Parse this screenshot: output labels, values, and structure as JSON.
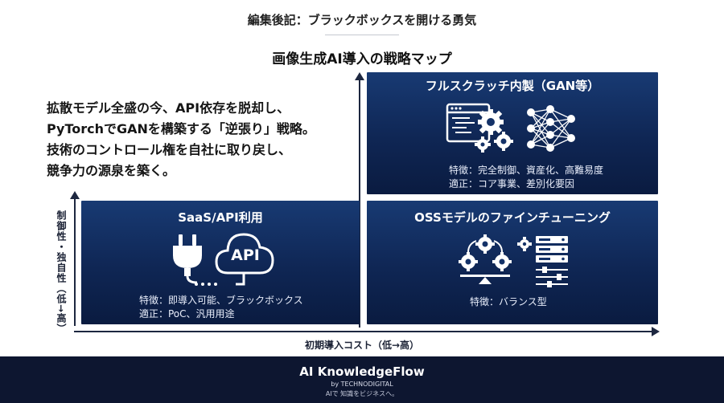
{
  "header": {
    "title": "編集後記：ブラックボックスを開ける勇気",
    "map_title": "画像生成AI導入の戦略マップ"
  },
  "intro": {
    "lines": [
      "拡散モデル全盛の今、API依存を脱却し、",
      "PyTorchでGANを構築する「逆張り」戦略。",
      "技術のコントロール権を自社に取り戻し、",
      "競争力の源泉を築く。"
    ]
  },
  "quadrants": {
    "full_scratch": {
      "title": "フルスクラッチ内製（GAN等）",
      "notes": [
        "特徴：完全制御、資産化、高難易度",
        "適正：コア事業、差別化要因"
      ],
      "icons": [
        "code-window-icon",
        "gears-icon",
        "neural-network-icon"
      ]
    },
    "saas_api": {
      "title": "SaaS/API利用",
      "api_label": "API",
      "notes": [
        "特徴：即導入可能、ブラックボックス",
        "適正：PoC、汎用用途"
      ],
      "icons": [
        "plug-icon",
        "cloud-icon"
      ]
    },
    "oss_finetune": {
      "title": "OSSモデルのファインチューニング",
      "notes": [
        "特徴：バランス型"
      ],
      "icons": [
        "balance-gears-icon",
        "server-icon",
        "sliders-icon"
      ]
    }
  },
  "axes": {
    "y_label": "制御性・独自性（低→高）",
    "x_label": "初期導入コスト（低→高）"
  },
  "footer": {
    "brand": "AI KnowledgeFlow",
    "by": "by TECHNODIGITAL",
    "tagline": "AIで 知識をビジネスへ。"
  },
  "colors": {
    "panel": "#0f2654",
    "axis": "#1d2740",
    "footer": "#0d1630"
  }
}
